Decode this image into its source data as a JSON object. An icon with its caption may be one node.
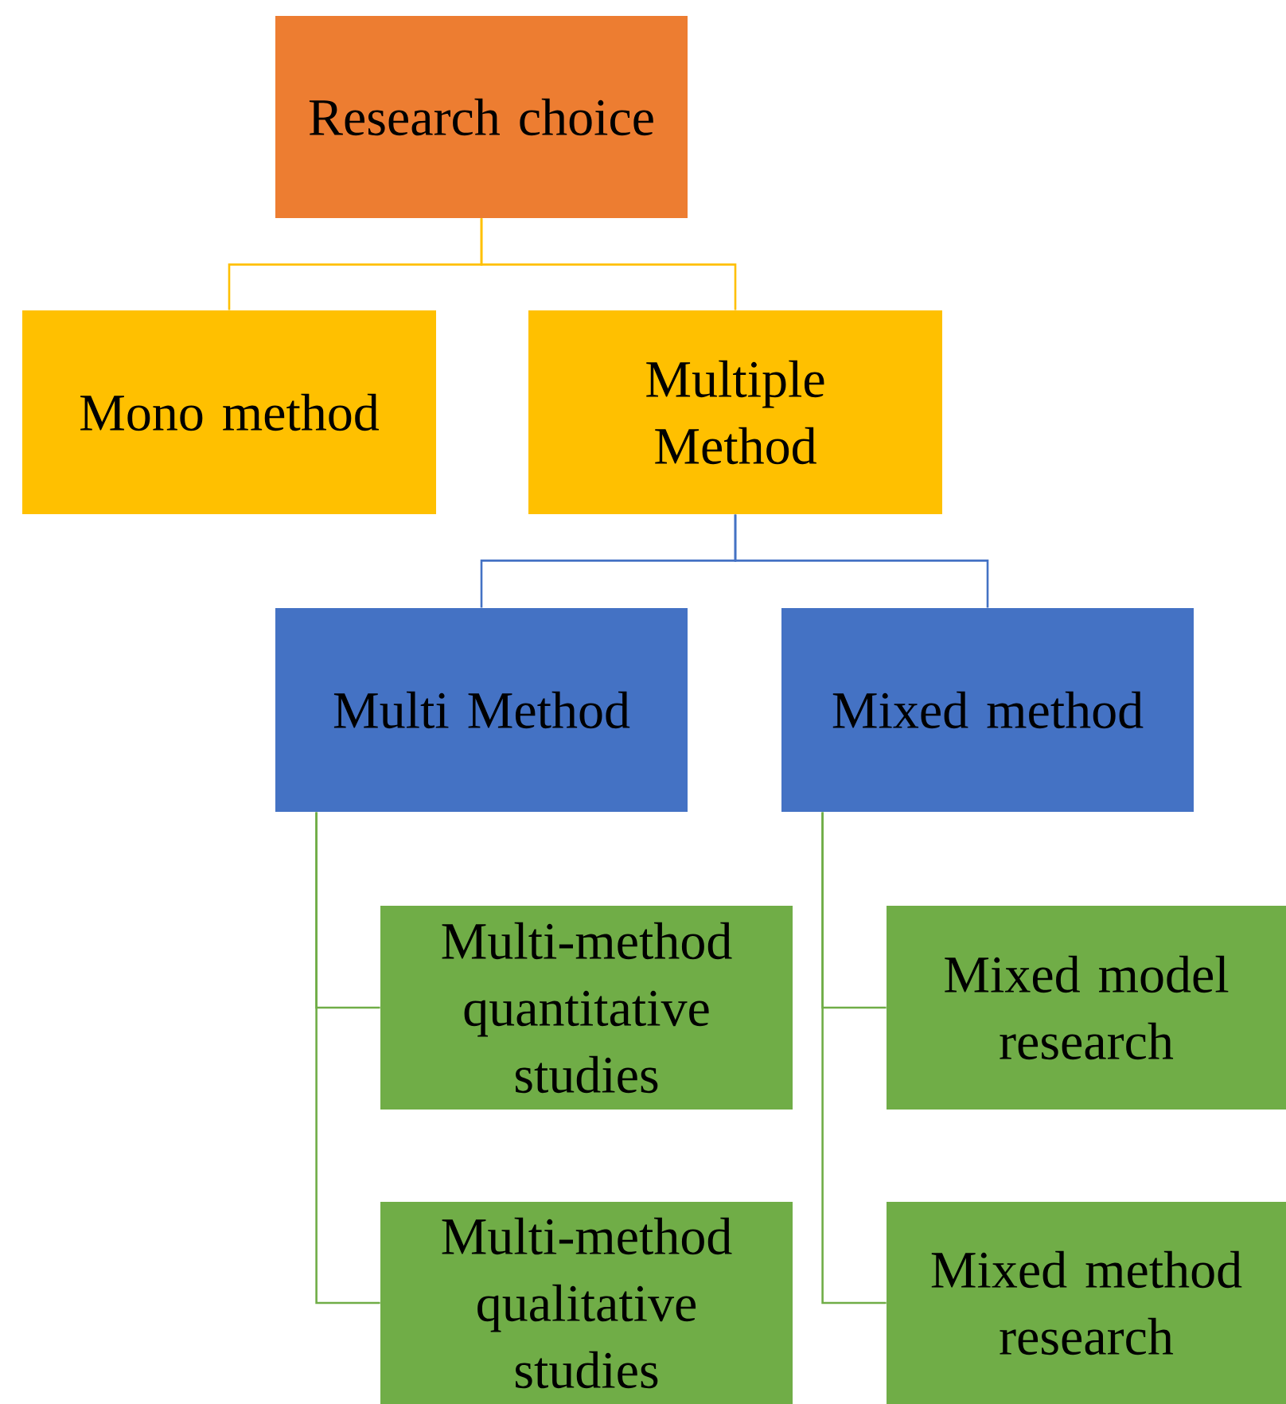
{
  "diagram": {
    "nodes": [
      {
        "text": [
          "Research choice"
        ]
      },
      {
        "text": [
          "Mono method"
        ]
      },
      {
        "text": [
          "Multiple Method"
        ]
      },
      {
        "text": [
          "Multi Method"
        ]
      },
      {
        "text": [
          "Mixed method"
        ]
      },
      {
        "text": [
          "Multi-method quantitative studies"
        ]
      },
      {
        "text": [
          "Multi-method qualitative studies"
        ]
      },
      {
        "text": [
          "Mixed model research"
        ]
      },
      {
        "text": [
          "Mixed method research"
        ]
      }
    ],
    "edges": [
      {
        "from": 0,
        "to": 1,
        "arrow": "none",
        "color": "#ffc000"
      },
      {
        "from": 0,
        "to": 2,
        "arrow": "none",
        "color": "#ffc000"
      },
      {
        "from": 2,
        "to": 3,
        "arrow": "none",
        "color": "#4472c4"
      },
      {
        "from": 2,
        "to": 4,
        "arrow": "none",
        "color": "#4472c4"
      },
      {
        "from": 3,
        "to": 5,
        "arrow": "none"
      },
      {
        "from": 3,
        "to": 6,
        "arrow": "none"
      },
      {
        "from": 4,
        "to": 7,
        "arrow": "none"
      },
      {
        "from": 4,
        "to": 8,
        "arrow": "none"
      }
    ]
  }
}
